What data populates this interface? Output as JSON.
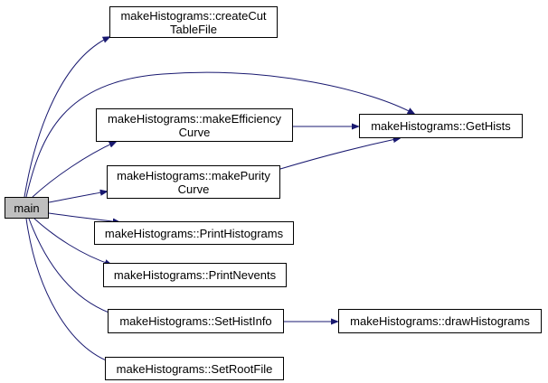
{
  "graph": {
    "root": {
      "label": "main"
    },
    "nodes": {
      "createCut": {
        "line1": "makeHistograms::createCut",
        "line2": "TableFile"
      },
      "getHists": {
        "label": "makeHistograms::GetHists"
      },
      "makeEff": {
        "line1": "makeHistograms::makeEfficiency",
        "line2": "Curve"
      },
      "makePur": {
        "line1": "makeHistograms::makePurity",
        "line2": "Curve"
      },
      "printHist": {
        "label": "makeHistograms::PrintHistograms"
      },
      "printNev": {
        "label": "makeHistograms::PrintNevents"
      },
      "setHistInfo": {
        "label": "makeHistograms::SetHistInfo"
      },
      "drawHist": {
        "label": "makeHistograms::drawHistograms"
      },
      "setRoot": {
        "label": "makeHistograms::SetRootFile"
      }
    },
    "edges": [
      [
        "main",
        "createCut"
      ],
      [
        "main",
        "getHists"
      ],
      [
        "main",
        "makeEff"
      ],
      [
        "main",
        "makePur"
      ],
      [
        "main",
        "printHist"
      ],
      [
        "main",
        "printNev"
      ],
      [
        "main",
        "setHistInfo"
      ],
      [
        "main",
        "setRoot"
      ],
      [
        "makeEff",
        "getHists"
      ],
      [
        "makePur",
        "getHists"
      ],
      [
        "setHistInfo",
        "drawHist"
      ]
    ],
    "colors": {
      "edge": "#191970",
      "root_fill": "#bfbfbf",
      "node_fill": "#ffffff",
      "border": "#000000"
    }
  }
}
